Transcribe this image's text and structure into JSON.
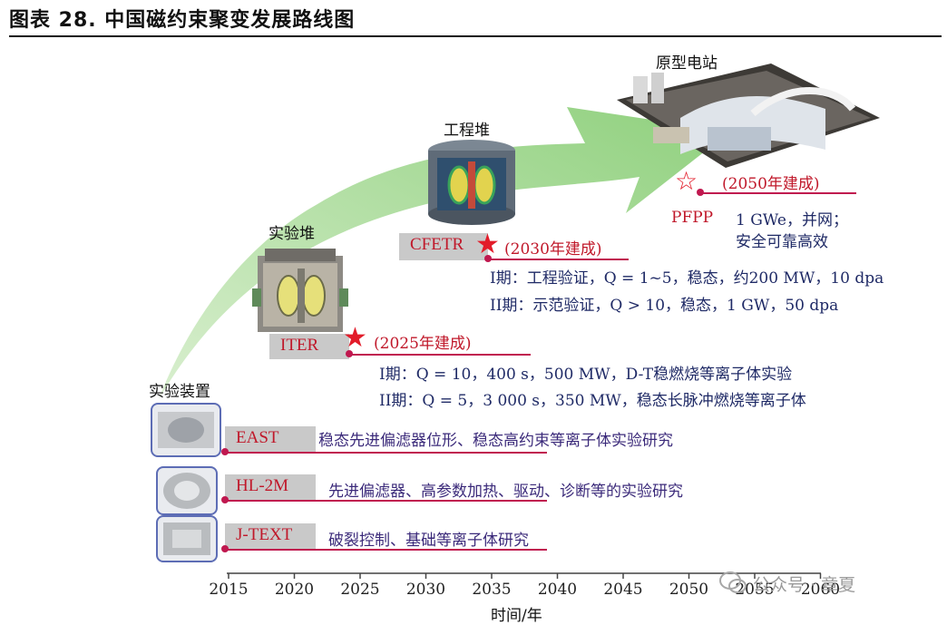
{
  "header": {
    "title": "图表 28. 中国磁约束聚变发展路线图"
  },
  "stages": {
    "experimental_device": "实验装置",
    "experimental_reactor": "实验堆",
    "engineering_reactor": "工程堆",
    "prototype_plant": "原型电站"
  },
  "devices": {
    "jtext": {
      "name": "J-TEXT",
      "desc": "破裂控制、基础等离子体研究"
    },
    "hl2m": {
      "name": "HL-2M",
      "desc": "先进偏滤器、高参数加热、驱动、诊断等的实验研究"
    },
    "east": {
      "name": "EAST",
      "desc": "稳态先进偏滤器位形、稳态高约束等离子体实验研究"
    },
    "iter": {
      "name": "ITER",
      "built": "(2025年建成)",
      "phase1": "I期：Q = 10，400 s，500 MW，D-T稳燃烧等离子体实验",
      "phase2": "II期：Q = 5，3 000 s，350 MW，稳态长脉冲燃烧等离子体"
    },
    "cfetr": {
      "name": "CFETR",
      "built": "(2030年建成)",
      "phase1": "I期：工程验证，Q = 1~5，稳态，约200 MW，10 dpa",
      "phase2": "II期：示范验证，Q > 10，稳态，1 GW，50 dpa"
    },
    "pfpp": {
      "name": "PFPP",
      "built": "(2050年建成)",
      "spec1": "1 GWe，并网；",
      "spec2": "安全可靠高效"
    }
  },
  "axis": {
    "ticks": [
      "2015",
      "2020",
      "2025",
      "2030",
      "2035",
      "2040",
      "2045",
      "2050",
      "2055",
      "2060"
    ],
    "title": "时间/年"
  },
  "watermark": "公众号 · 章夏",
  "colors": {
    "arrow": "#a9dc9a",
    "accent_red": "#e21c2a",
    "line_pink": "#c0184f",
    "text_navy": "#1f2a66"
  }
}
